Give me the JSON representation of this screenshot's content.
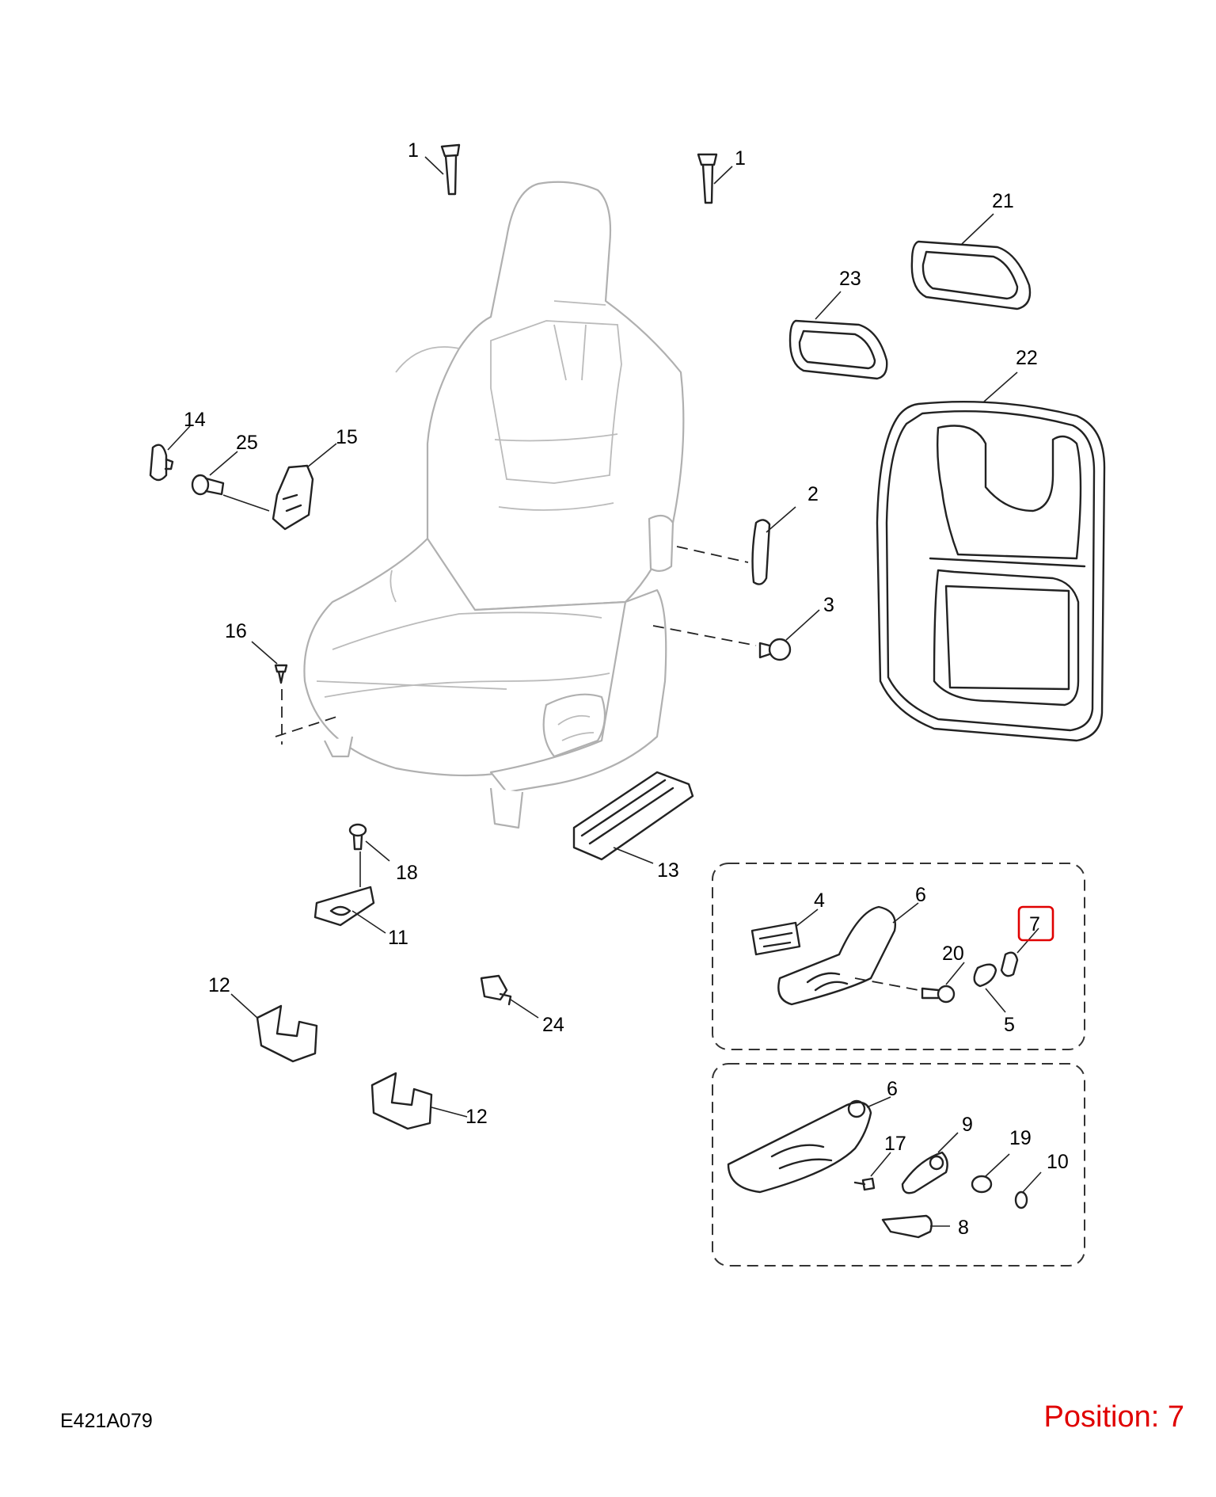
{
  "diagram": {
    "code": "E421A079",
    "position_label": "Position: 7",
    "highlighted_part": "7",
    "callouts": [
      "1",
      "1",
      "21",
      "23",
      "22",
      "14",
      "25",
      "15",
      "2",
      "3",
      "16",
      "18",
      "11",
      "13",
      "4",
      "6",
      "20",
      "7",
      "5",
      "12",
      "24",
      "12",
      "6",
      "9",
      "19",
      "17",
      "10",
      "8"
    ],
    "colors": {
      "line": "#222222",
      "seat": "#b0b0b0",
      "highlight": "#e00000"
    }
  }
}
